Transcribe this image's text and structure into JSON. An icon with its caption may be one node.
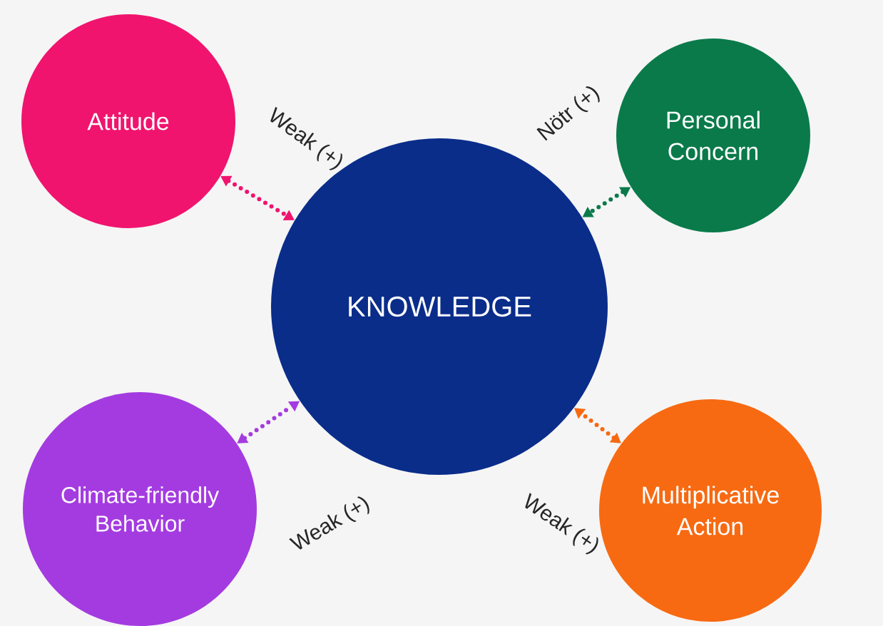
{
  "diagram": {
    "nodes": [
      {
        "text": [
          "Attitude"
        ]
      },
      {
        "text": [
          "Personal Concern"
        ]
      },
      {
        "text": [
          "KNOWLEDGE"
        ]
      },
      {
        "text": [
          "Climate-friendly Behavior"
        ]
      },
      {
        "text": [
          "Multiplicative Action"
        ]
      }
    ],
    "edges": [
      {
        "from": 0,
        "to": 2,
        "arrow": "both",
        "label": "Weak (+)",
        "style": "dashed",
        "color": "#f0146e"
      },
      {
        "from": 1,
        "to": 2,
        "arrow": "both",
        "label": "Nötr (+)",
        "style": "dashed",
        "color": "#0a7a4a"
      },
      {
        "from": 3,
        "to": 2,
        "arrow": "both",
        "label": "Weak (+)",
        "style": "dashed",
        "color": "#a43be0"
      },
      {
        "from": 4,
        "to": 2,
        "arrow": "both",
        "label": "Weak (+)",
        "style": "dashed",
        "color": "#f76a12"
      }
    ]
  }
}
